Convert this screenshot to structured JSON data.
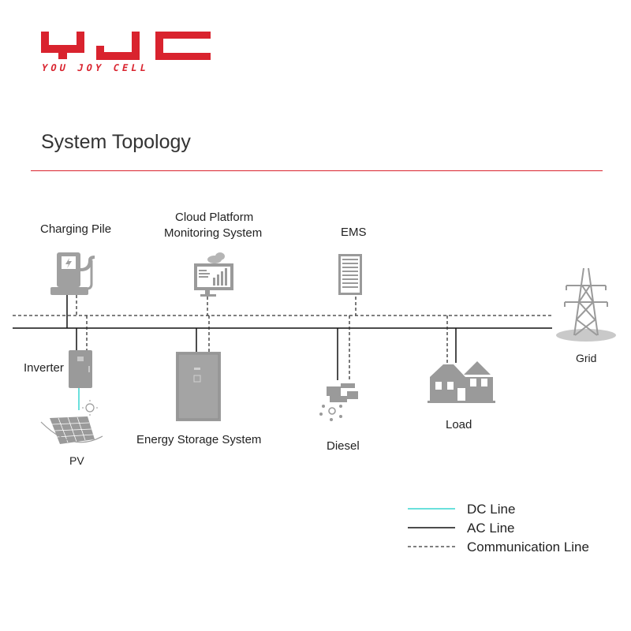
{
  "brand": {
    "logo_text": "YJC",
    "tagline": "YOU JOY CELL",
    "color": "#d9232e"
  },
  "title": "System Topology",
  "colors": {
    "ac_line": "#111111",
    "dc_line": "#39d6d0",
    "comm_line": "#333333",
    "icon": "#9a9a9a",
    "rule": "#d9232e"
  },
  "nodes": {
    "charging_pile": "Charging Pile",
    "cloud_platform_line1": "Cloud Platform",
    "cloud_platform_line2": "Monitoring System",
    "ems": "EMS",
    "inverter": "Inverter",
    "pv": "PV",
    "energy_storage": "Energy Storage System",
    "diesel": "Diesel",
    "load": "Load",
    "grid": "Grid"
  },
  "legend": [
    {
      "label": "DC Line",
      "style": "dc"
    },
    {
      "label": "AC Line",
      "style": "ac"
    },
    {
      "label": "Communication Line",
      "style": "comm"
    }
  ]
}
